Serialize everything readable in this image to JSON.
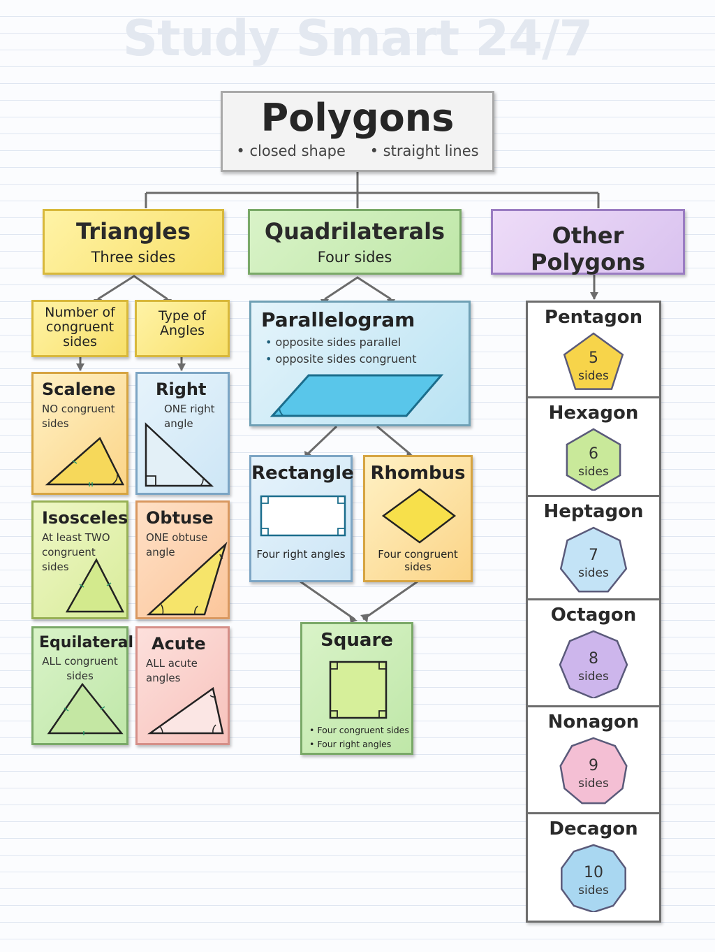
{
  "watermark": "Study Smart 24/7",
  "root": {
    "title": "Polygons",
    "bullets": [
      "• closed shape",
      "• straight lines"
    ]
  },
  "categories": [
    {
      "title": "Triangles",
      "subtitle": "Three sides"
    },
    {
      "title": "Quadrilaterals",
      "subtitle": "Four sides"
    },
    {
      "title": "Other Polygons",
      "subtitle": ""
    }
  ],
  "triangles": {
    "groups": [
      "Number of congruent sides",
      "Type of Angles"
    ],
    "sides": [
      {
        "name": "Scalene",
        "desc": "NO congruent sides"
      },
      {
        "name": "Isosceles",
        "desc": "At least TWO congruent sides"
      },
      {
        "name": "Equilateral",
        "desc": "ALL congruent sides"
      }
    ],
    "angles": [
      {
        "name": "Right",
        "desc": "ONE right angle"
      },
      {
        "name": "Obtuse",
        "desc": "ONE obtuse angle"
      },
      {
        "name": "Acute",
        "desc": "ALL acute angles"
      }
    ]
  },
  "quadrilaterals": {
    "parallelogram": {
      "name": "Parallelogram",
      "bullets": [
        "opposite sides parallel",
        "opposite sides congruent"
      ]
    },
    "rectangle": {
      "name": "Rectangle",
      "desc": "Four right angles"
    },
    "rhombus": {
      "name": "Rhombus",
      "desc": "Four congruent sides"
    },
    "square": {
      "name": "Square",
      "bullets": [
        "Four congruent sides",
        "Four right angles"
      ]
    }
  },
  "other_polygons": [
    {
      "name": "Pentagon",
      "count": "5",
      "unit": "sides",
      "color": "#f7d44a"
    },
    {
      "name": "Hexagon",
      "count": "6",
      "unit": "sides",
      "color": "#c9e99a"
    },
    {
      "name": "Heptagon",
      "count": "7",
      "unit": "sides",
      "color": "#c3e3f6"
    },
    {
      "name": "Octagon",
      "count": "8",
      "unit": "sides",
      "color": "#cdb6ec"
    },
    {
      "name": "Nonagon",
      "count": "9",
      "unit": "sides",
      "color": "#f4bfd4"
    },
    {
      "name": "Decagon",
      "count": "10",
      "unit": "sides",
      "color": "#a9d7f1"
    }
  ]
}
